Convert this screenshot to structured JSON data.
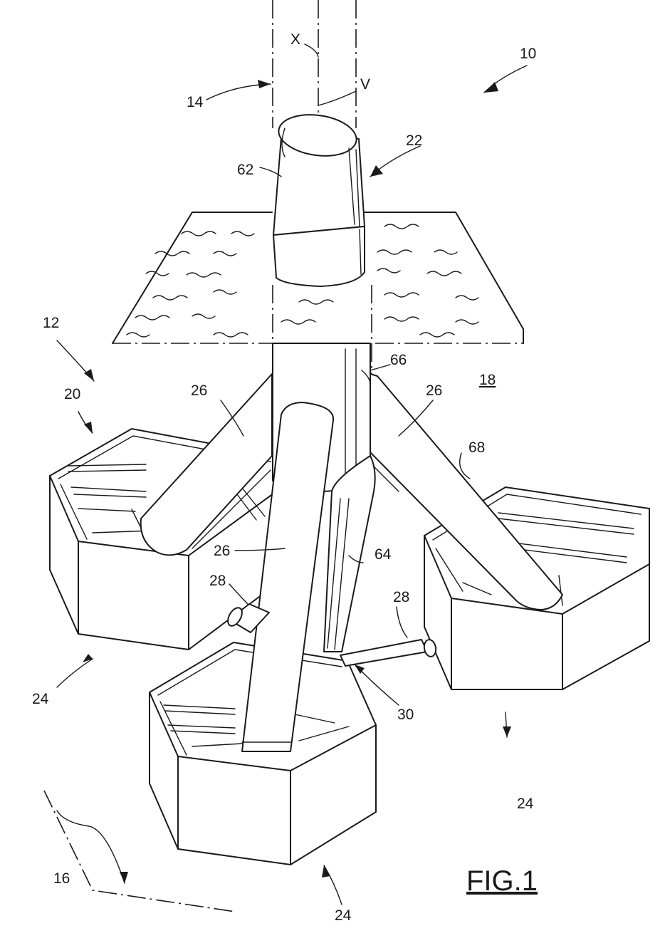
{
  "figure": {
    "caption": "FIG.1",
    "labels": {
      "ref_10": "10",
      "ref_12": "12",
      "ref_14": "14",
      "ref_16": "16",
      "ref_18": "18",
      "ref_20": "20",
      "ref_22": "22",
      "ref_24_left": "24",
      "ref_24_bottom": "24",
      "ref_24_right": "24",
      "ref_26_left": "26",
      "ref_26_center": "26",
      "ref_26_right": "26",
      "ref_28_left": "28",
      "ref_28_right": "28",
      "ref_30": "30",
      "ref_62": "62",
      "ref_64": "64",
      "ref_66": "66",
      "ref_68": "68",
      "axis_x": "X",
      "axis_v": "V"
    }
  }
}
